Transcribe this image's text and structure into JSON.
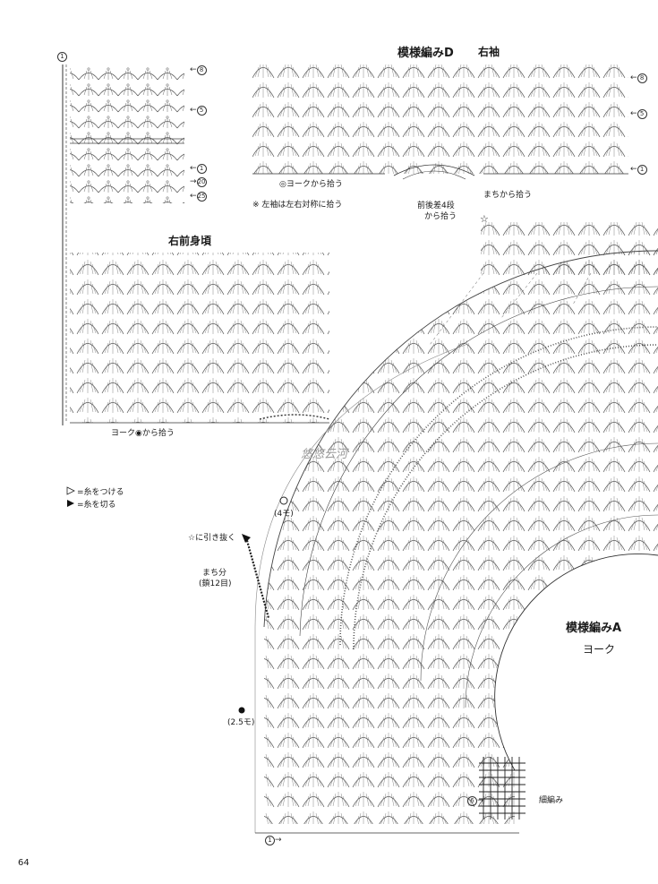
{
  "page_number": "64",
  "titles": {
    "pattern_d": "模様編みD",
    "right_sleeve": "右袖",
    "right_front": "右前身頃",
    "pattern_a": "模様編みA",
    "yoke": "ヨーク"
  },
  "notes": {
    "from_yoke_top": "◎ヨークから拾う",
    "from_gusset": "まちから拾う",
    "left_sleeve_note": "※ 左袖は左右対称に拾う",
    "front_back_diff": "前後差4段",
    "from_pick": "から拾う",
    "from_yoke_front": "ヨーク◉から拾う",
    "pull_through": "☆に引き抜く",
    "gusset": "まち分",
    "chain12": "(鎖12目)",
    "four_mo": "(4モ)",
    "twofive_mo": "(2.5モ)",
    "single_crochet": "細編み",
    "watermark": "悠悠云河"
  },
  "legend": {
    "attach": "=糸をつける",
    "cut": "=糸を切る"
  },
  "row_markers": {
    "r8": "8",
    "r5": "5",
    "r1": "1",
    "r20": "20",
    "r25": "25",
    "r6": "6",
    "a1": "1"
  }
}
